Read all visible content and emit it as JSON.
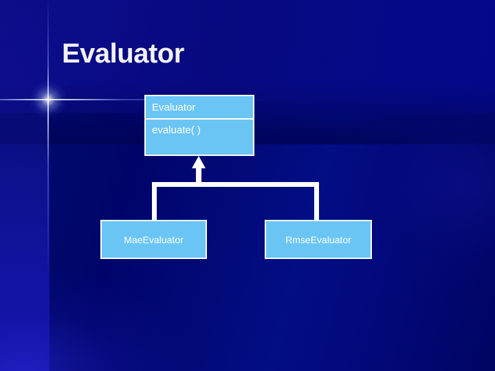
{
  "slide": {
    "title": "Evaluator"
  },
  "diagram": {
    "type": "uml-class-inheritance",
    "parent": {
      "name": "Evaluator",
      "operations": "evaluate( )"
    },
    "children": [
      {
        "name": "MaeEvaluator"
      },
      {
        "name": "RmseEvaluator"
      }
    ],
    "relationship": "generalization"
  },
  "colors": {
    "box_fill": "#6ac5f5",
    "box_border": "#ffffff",
    "connector": "#ffffff",
    "title_text": "#f2f2f2",
    "background_dark": "#00046a",
    "background_light": "#0d0d8a"
  }
}
